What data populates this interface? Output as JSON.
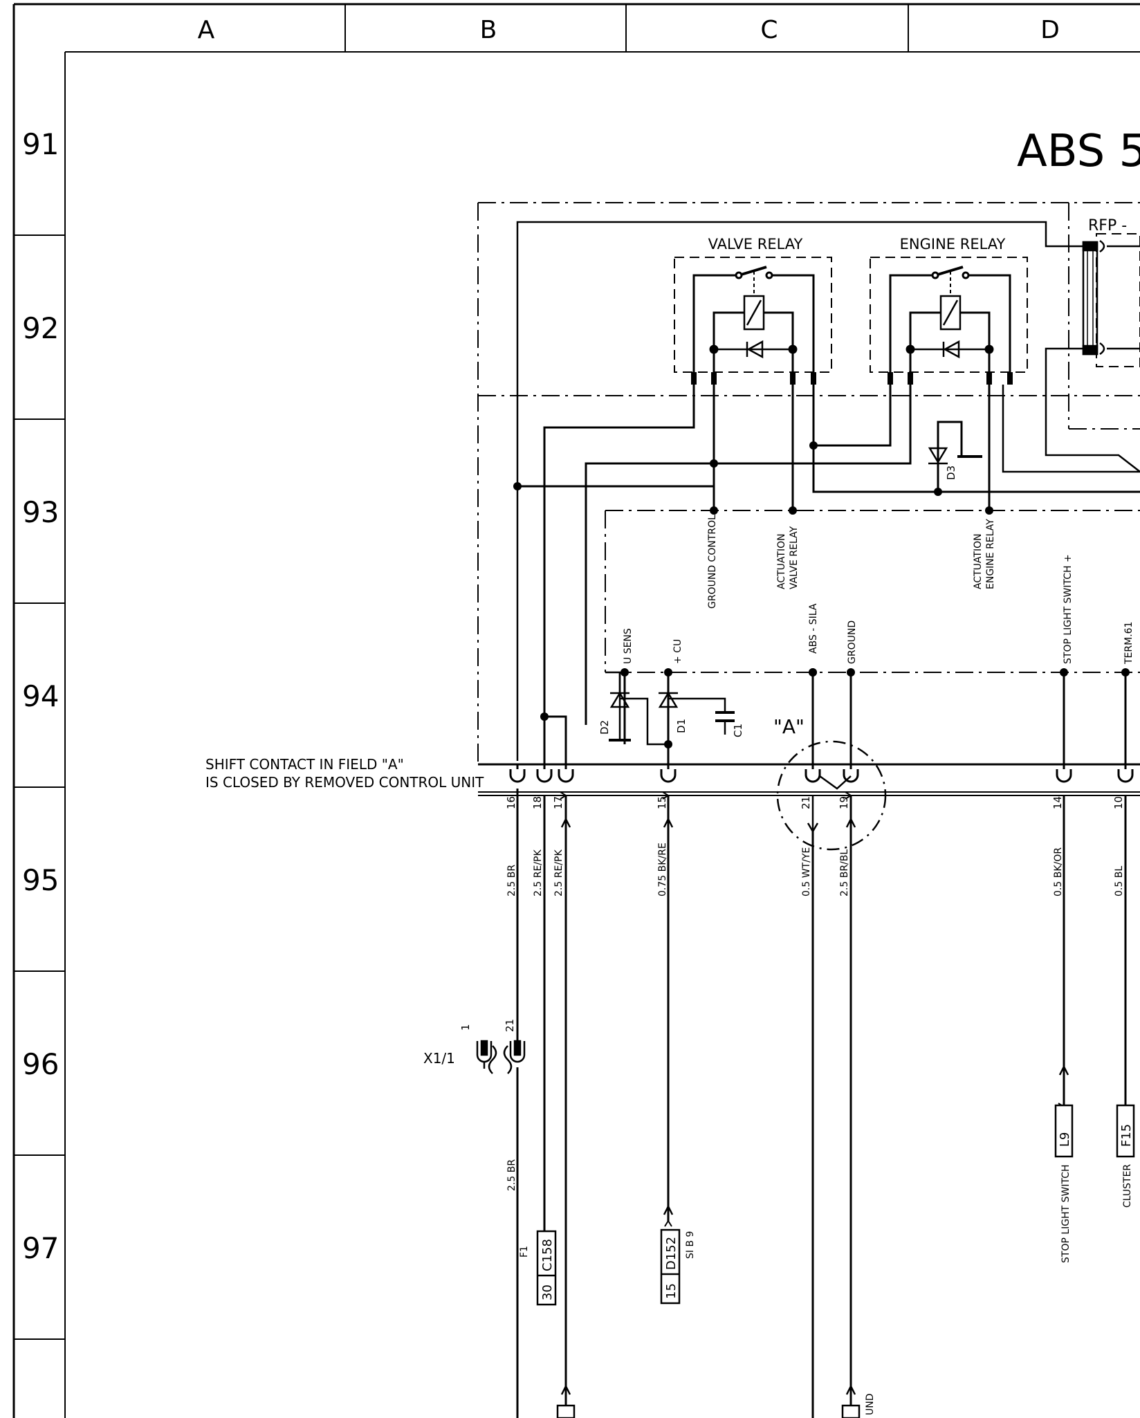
{
  "columns": [
    "A",
    "B",
    "C",
    "D"
  ],
  "rows": [
    "91",
    "92",
    "93",
    "94",
    "95",
    "96",
    "97"
  ],
  "title": "ABS 5",
  "boxes": {
    "rfp": "RFP -",
    "valve_relay": "VALVE RELAY",
    "engine_relay": "ENGINE RELAY"
  },
  "signals": {
    "ground_control": "GROUND CONTROL",
    "act_valve_1": "ACTUATION",
    "act_valve_2": "VALVE RELAY",
    "act_engine_1": "ACTUATION",
    "act_engine_2": "ENGINE RELAY",
    "stop_light_plus": "STOP LIGHT SWITCH +",
    "u_sens": "U SENS",
    "plus_cu": "+ CU",
    "abs_sila": "ABS - SILA",
    "ground": "GROUND",
    "stop_light": "STOP LIGHT SWITCH",
    "term61": "TERM.61"
  },
  "components": {
    "d1": "D1",
    "d2": "D2",
    "d3": "D3",
    "c1": "C1",
    "field_a": "\"A\"",
    "x11": "X1/1",
    "x11_pin_1": "1",
    "x11_pin_21": "21"
  },
  "note": {
    "line1": "SHIFT CONTACT IN FIELD \"A\"",
    "line2": "IS CLOSED BY REMOVED CONTROL UNIT"
  },
  "pins": [
    "16",
    "18",
    "17",
    "15",
    "21",
    "19",
    "14",
    "10"
  ],
  "wires": {
    "w16": "2.5 BR",
    "w18": "2.5 RE/PK",
    "w17": "2.5 RE/PK",
    "w15": "0.75 BK/RE",
    "w21": "0.5 WT/YE",
    "w19": "2.5 BR/BL",
    "w14": "0.5 BK/OR",
    "w10": "0.5 BL",
    "w_lower": "2.5 BR"
  },
  "refs": {
    "f1": "F1",
    "f1_term": "30",
    "f1_conn": "C158",
    "sib9_term": "15",
    "sib9_conn": "D152",
    "sib9": "SI B 9",
    "l9": "L9",
    "f15": "F15",
    "stop_light_switch": "STOP LIGHT SWITCH",
    "cluster": "CLUSTER",
    "und": "UND"
  }
}
